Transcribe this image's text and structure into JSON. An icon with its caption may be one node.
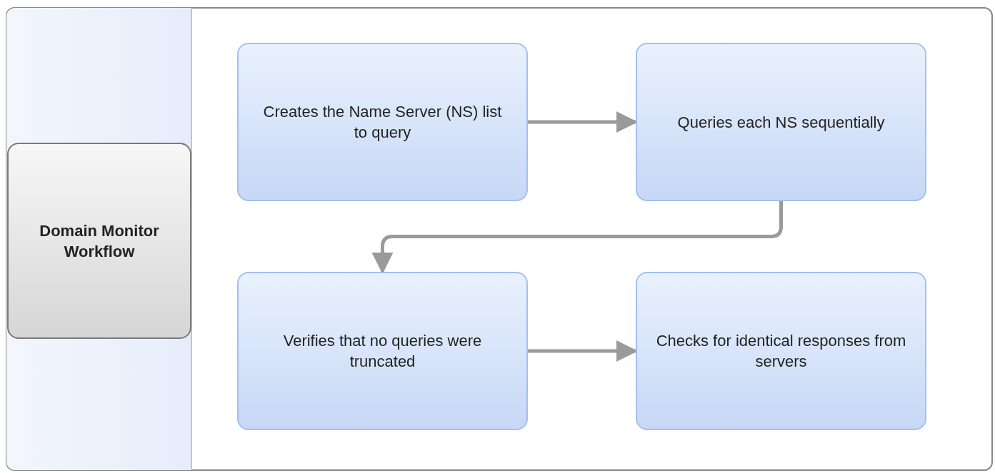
{
  "diagram": {
    "nodes": [
      {
        "text": [
          "Domain Monitor Workflow"
        ]
      },
      {
        "text": [
          "Creates the Name Server (NS) list to query"
        ]
      },
      {
        "text": [
          "Queries each NS sequentially"
        ]
      },
      {
        "text": [
          "Verifies that no queries were truncated"
        ]
      },
      {
        "text": [
          "Checks for identical responses from servers"
        ]
      }
    ],
    "edges": [
      {
        "from": 1,
        "to": 2,
        "arrow": "to"
      },
      {
        "from": 2,
        "to": 3,
        "arrow": "to"
      },
      {
        "from": 3,
        "to": 4,
        "arrow": "to"
      }
    ]
  }
}
